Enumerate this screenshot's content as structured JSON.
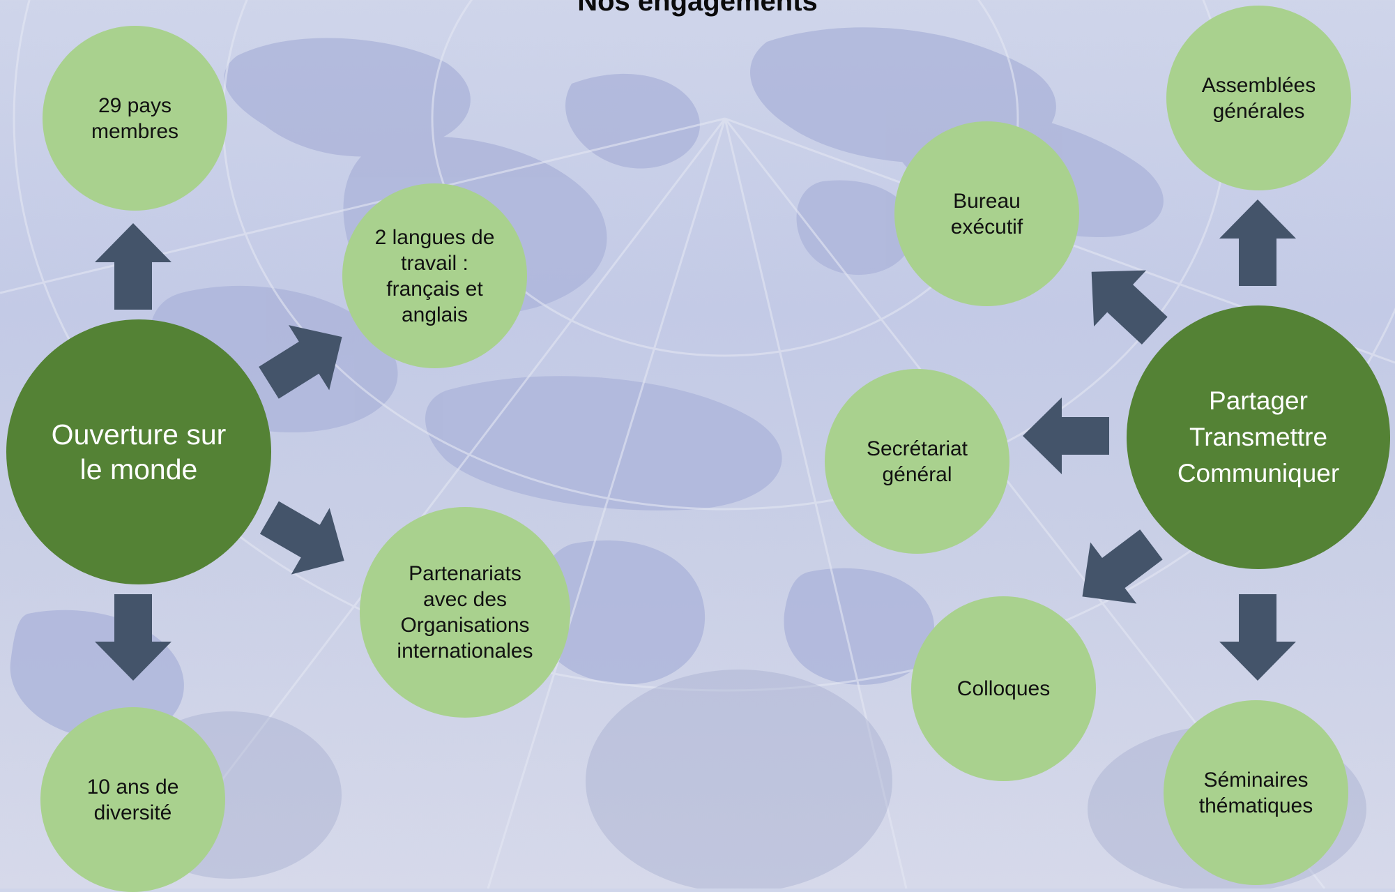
{
  "title": "Nos engagements",
  "colors": {
    "hub": "#548235",
    "node": "#a9d18e",
    "arrow": "#44546a",
    "background": "#c9cfe6"
  },
  "left_cluster": {
    "hub": "Ouverture sur\nle monde",
    "nodes": {
      "member_countries": "29 pays\nmembres",
      "languages": "2 langues de\ntravail :\nfrançais et\nanglais",
      "partnerships": "Partenariats\navec des\nOrganisations\ninternationales",
      "diversity": "10 ans de\ndiversité"
    }
  },
  "right_cluster": {
    "hub": "Partager\nTransmettre\nCommuniquer",
    "nodes": {
      "general_assemblies": "Assemblées\ngénérales",
      "executive_bureau": "Bureau\nexécutif",
      "secretariat": "Secrétariat\ngénéral",
      "colloquia": "Colloques",
      "seminars": "Séminaires\nthématiques"
    }
  }
}
